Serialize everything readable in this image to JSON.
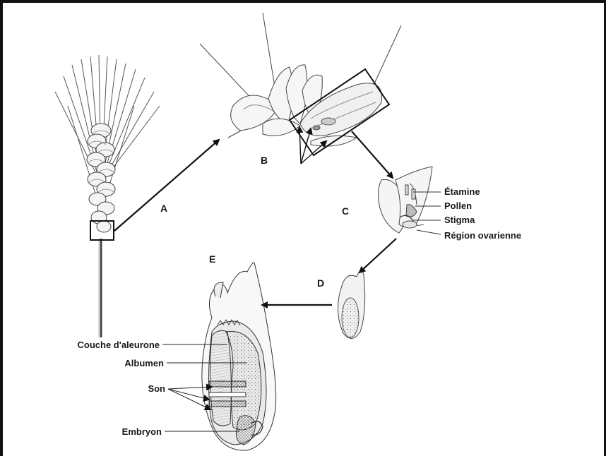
{
  "stages": {
    "a": "A",
    "b": "B",
    "c": "C",
    "d": "D",
    "e": "E"
  },
  "flower_labels": {
    "etamine": "Étamine",
    "pollen": "Pollen",
    "stigma": "Stigma",
    "region_ovarienne": "Région ovarienne"
  },
  "grain_labels": {
    "couche_aleurone": "Couche d'aleurone",
    "albumen": "Albumen",
    "son": "Son",
    "embryon": "Embryon"
  }
}
